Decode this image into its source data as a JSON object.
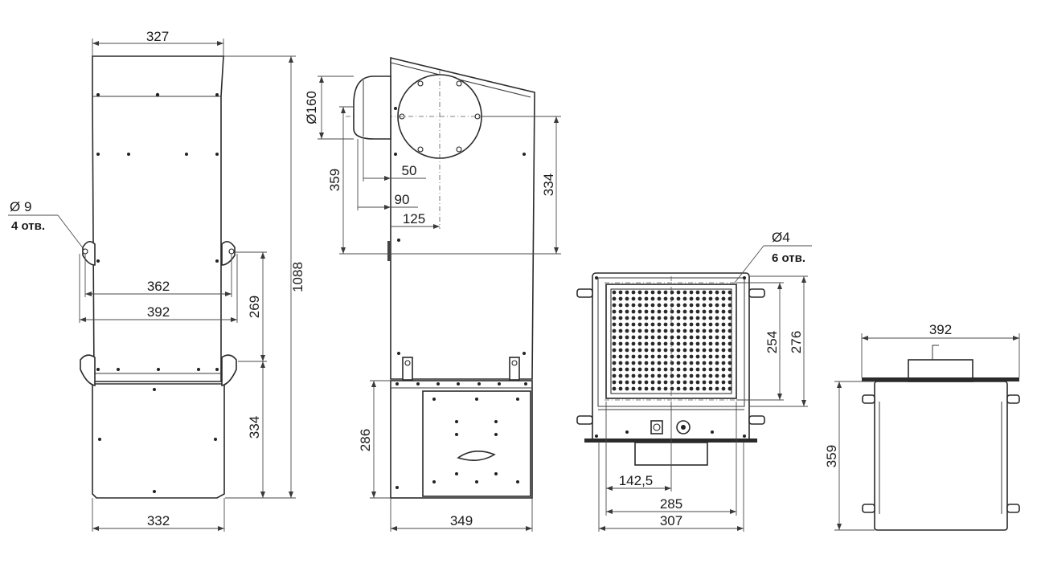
{
  "drawing": {
    "front_view": {
      "width_top": "327",
      "total_height": "1088",
      "hole_callout_diameter": "Ø 9",
      "hole_callout_count": "4 отв.",
      "mount_inner": "362",
      "mount_outer": "392",
      "mount_height": "269",
      "lower_height": "334",
      "width_bottom": "332"
    },
    "side_view": {
      "duct_diameter": "Ø160",
      "duct_offset_50": "50",
      "duct_offset_90": "90",
      "duct_offset_125": "125",
      "duct_height": "359",
      "upper_height": "334",
      "lower_height": "286",
      "base_width": "349"
    },
    "grille_view": {
      "hole_callout_diameter": "Ø4",
      "hole_callout_count": "6 отв.",
      "grille_height": "254",
      "frame_height": "276",
      "spout_offset": "142,5",
      "inner_width": "285",
      "outer_width": "307"
    },
    "top_view": {
      "width": "392",
      "depth": "359"
    }
  }
}
